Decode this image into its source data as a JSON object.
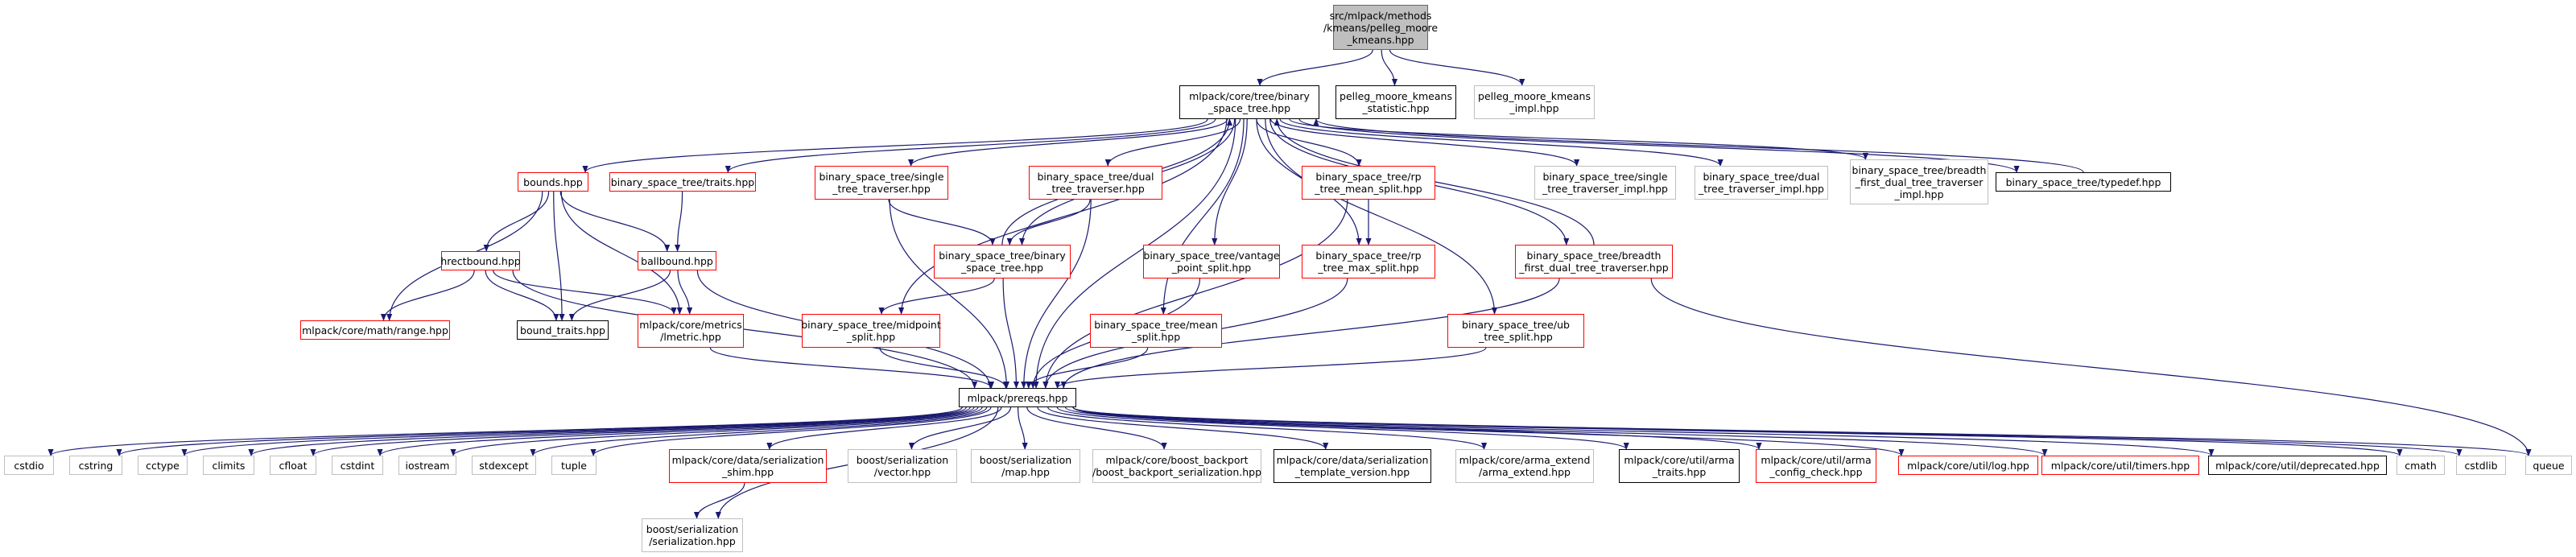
{
  "colors": {
    "edge": "#191970",
    "root_fill": "#bfbfbf",
    "red_border": "#ff0000",
    "gray_border": "#bfbfbf",
    "black_border": "#000000"
  },
  "nodes": {
    "root": [
      "src/mlpack/methods",
      "/kmeans/pelleg_moore",
      "_kmeans.hpp"
    ],
    "bst": [
      "mlpack/core/tree/binary",
      "_space_tree.hpp"
    ],
    "stat": [
      "pelleg_moore_kmeans",
      "_statistic.hpp"
    ],
    "impl": [
      "pelleg_moore_kmeans",
      "_impl.hpp"
    ],
    "bounds": [
      "bounds.hpp"
    ],
    "traits": [
      "binary_space_tree/traits.hpp"
    ],
    "single": [
      "binary_space_tree/single",
      "_tree_traverser.hpp"
    ],
    "dual": [
      "binary_space_tree/dual",
      "_tree_traverser.hpp"
    ],
    "rpmean": [
      "binary_space_tree/rp",
      "_tree_mean_split.hpp"
    ],
    "singleimpl": [
      "binary_space_tree/single",
      "_tree_traverser_impl.hpp"
    ],
    "dualimpl": [
      "binary_space_tree/dual",
      "_tree_traverser_impl.hpp"
    ],
    "bfdimpl": [
      "binary_space_tree/breadth",
      "_first_dual_tree_traverser",
      "_impl.hpp"
    ],
    "typedef": [
      "binary_space_tree/typedef.hpp"
    ],
    "hrect": [
      "hrectbound.hpp"
    ],
    "ball": [
      "ballbound.hpp"
    ],
    "bstinner": [
      "binary_space_tree/binary",
      "_space_tree.hpp"
    ],
    "vantage": [
      "binary_space_tree/vantage",
      "_point_split.hpp"
    ],
    "rpmax": [
      "binary_space_tree/rp",
      "_tree_max_split.hpp"
    ],
    "bfd": [
      "binary_space_tree/breadth",
      "_first_dual_tree_traverser.hpp"
    ],
    "range": [
      "mlpack/core/math/range.hpp"
    ],
    "boundtraits": [
      "bound_traits.hpp"
    ],
    "lmetric": [
      "mlpack/core/metrics",
      "/lmetric.hpp"
    ],
    "midpoint": [
      "binary_space_tree/midpoint",
      "_split.hpp"
    ],
    "meansplit": [
      "binary_space_tree/mean",
      "_split.hpp"
    ],
    "ubtree": [
      "binary_space_tree/ub",
      "_tree_split.hpp"
    ],
    "prereqs": [
      "mlpack/prereqs.hpp"
    ],
    "cstdio": [
      "cstdio"
    ],
    "cstring": [
      "cstring"
    ],
    "cctype": [
      "cctype"
    ],
    "climits": [
      "climits"
    ],
    "cfloat": [
      "cfloat"
    ],
    "cstdint": [
      "cstdint"
    ],
    "iostream": [
      "iostream"
    ],
    "stdexcept": [
      "stdexcept"
    ],
    "tuple": [
      "tuple"
    ],
    "shim": [
      "mlpack/core/data/serialization",
      "_shim.hpp"
    ],
    "vector": [
      "boost/serialization",
      "/vector.hpp"
    ],
    "map": [
      "boost/serialization",
      "/map.hpp"
    ],
    "backport": [
      "mlpack/core/boost_backport",
      "/boost_backport_serialization.hpp"
    ],
    "templver": [
      "mlpack/core/data/serialization",
      "_template_version.hpp"
    ],
    "armaext": [
      "mlpack/core/arma_extend",
      "/arma_extend.hpp"
    ],
    "armatraits": [
      "mlpack/core/util/arma",
      "_traits.hpp"
    ],
    "armacheck": [
      "mlpack/core/util/arma",
      "_config_check.hpp"
    ],
    "log": [
      "mlpack/core/util/log.hpp"
    ],
    "timers": [
      "mlpack/core/util/timers.hpp"
    ],
    "deprecated": [
      "mlpack/core/util/deprecated.hpp"
    ],
    "cmath": [
      "cmath"
    ],
    "cstdlib": [
      "cstdlib"
    ],
    "queue": [
      "queue"
    ],
    "bserial": [
      "boost/serialization",
      "/serialization.hpp"
    ]
  }
}
